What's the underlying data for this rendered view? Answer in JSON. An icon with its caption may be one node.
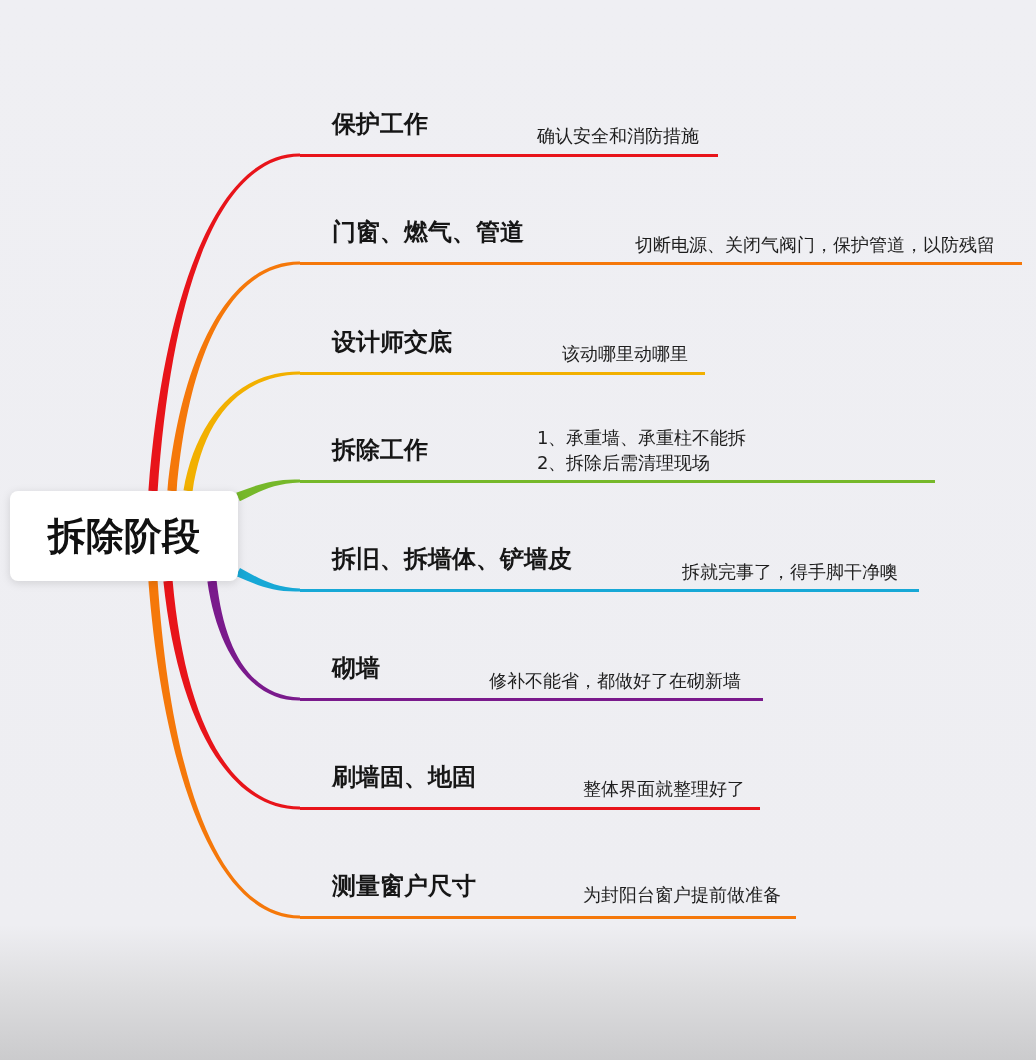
{
  "diagram": {
    "nodes": [
      {
        "text": [
          "拆除阶段"
        ]
      },
      {
        "text": [
          "保护工作",
          "确认安全和消防措施"
        ]
      },
      {
        "text": [
          "门窗、燃气、管道",
          "切断电源、关闭气阀门，保护管道，以防残留"
        ]
      },
      {
        "text": [
          "设计师交底",
          "该动哪里动哪里"
        ]
      },
      {
        "text": [
          "拆除工作",
          "1、承重墙、承重柱不能拆",
          "2、拆除后需清理现场"
        ]
      },
      {
        "text": [
          "拆旧、拆墙体、铲墙皮",
          "拆就完事了，得手脚干净噢"
        ]
      },
      {
        "text": [
          "砌墙",
          "修补不能省，都做好了在砌新墙"
        ]
      },
      {
        "text": [
          "刷墙固、地固",
          "整体界面就整理好了"
        ]
      },
      {
        "text": [
          "测量窗户尺寸",
          "为封阳台窗户提前做准备"
        ]
      }
    ],
    "edges": [
      {
        "from": 0,
        "to": 1,
        "arrow": "none",
        "color": "#e8141a"
      },
      {
        "from": 0,
        "to": 2,
        "arrow": "none",
        "color": "#f5780a"
      },
      {
        "from": 0,
        "to": 3,
        "arrow": "none",
        "color": "#f2b000"
      },
      {
        "from": 0,
        "to": 4,
        "arrow": "none",
        "color": "#76b82a"
      },
      {
        "from": 0,
        "to": 5,
        "arrow": "none",
        "color": "#17a8d6"
      },
      {
        "from": 0,
        "to": 6,
        "arrow": "none",
        "color": "#7a1a8c"
      },
      {
        "from": 0,
        "to": 7,
        "arrow": "none",
        "color": "#e8141a"
      },
      {
        "from": 0,
        "to": 8,
        "arrow": "none",
        "color": "#f5780a"
      }
    ]
  }
}
